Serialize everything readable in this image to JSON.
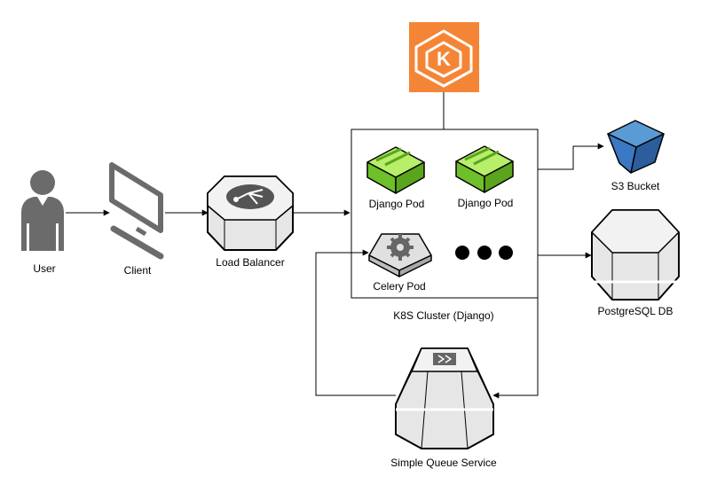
{
  "diagram": {
    "nodes": {
      "eks": {
        "icon": "kubernetes-icon",
        "color": "#F58536"
      },
      "user": {
        "label": "User",
        "icon": "user-icon"
      },
      "client": {
        "label": "Client",
        "icon": "computer-icon"
      },
      "load_balancer": {
        "label": "Load Balancer",
        "icon": "load-balancer-icon"
      },
      "cluster": {
        "label": "K8S Cluster (Django)"
      },
      "django_pod_1": {
        "label": "Django Pod",
        "icon": "pod-icon",
        "color": "#7ED321"
      },
      "django_pod_2": {
        "label": "Django Pod",
        "icon": "pod-icon",
        "color": "#7ED321"
      },
      "celery_pod": {
        "label": "Celery Pod",
        "icon": "gear-icon"
      },
      "more_pods": {
        "icon": "ellipsis-icon"
      },
      "s3": {
        "label": "S3 Bucket",
        "icon": "bucket-icon",
        "color": "#3A78C3"
      },
      "postgres": {
        "label": "PostgreSQL DB",
        "icon": "database-icon"
      },
      "sqs": {
        "label": "Simple Queue Service",
        "icon": "queue-icon"
      }
    },
    "edges": [
      {
        "from": "user",
        "to": "client"
      },
      {
        "from": "client",
        "to": "load_balancer"
      },
      {
        "from": "load_balancer",
        "to": "cluster"
      },
      {
        "from": "cluster",
        "to": "s3"
      },
      {
        "from": "cluster",
        "to": "postgres"
      },
      {
        "from": "cluster",
        "to": "sqs"
      },
      {
        "from": "sqs",
        "to": "celery_pod"
      },
      {
        "from": "eks",
        "to": "cluster"
      }
    ]
  }
}
